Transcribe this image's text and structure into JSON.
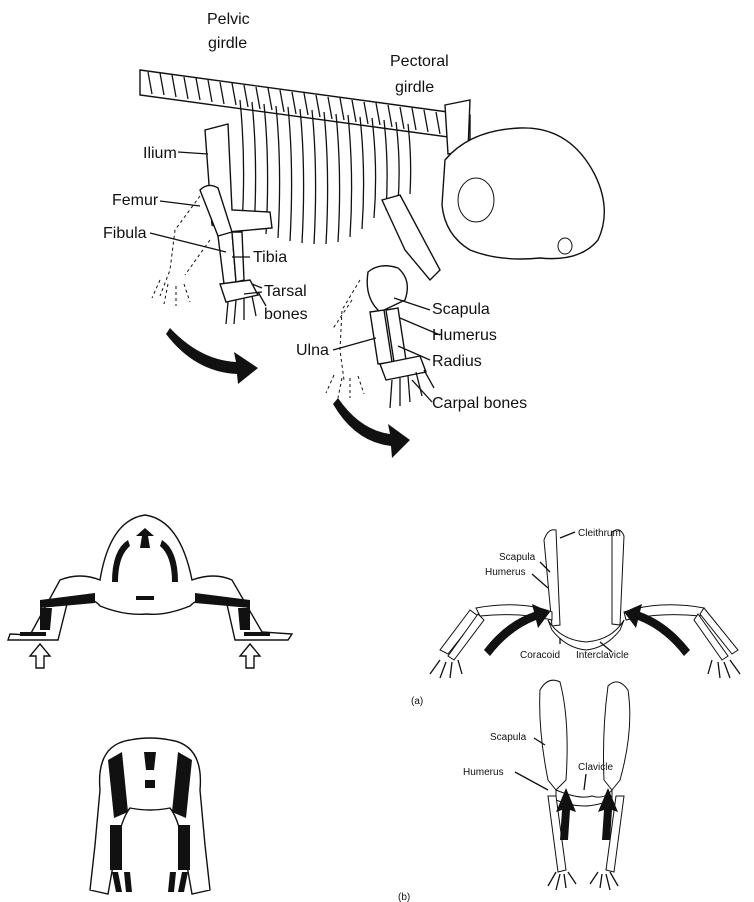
{
  "top_labels": {
    "pelvic_1": "Pelvic",
    "pelvic_2": "girdle",
    "pectoral_1": "Pectoral",
    "pectoral_2": "girdle",
    "ilium": "Ilium",
    "femur": "Femur",
    "fibula": "Fibula",
    "tibia": "Tibia",
    "tarsal_1": "Tarsal",
    "tarsal_2": "bones",
    "scapula": "Scapula",
    "humerus": "Humerus",
    "ulna": "Ulna",
    "radius": "Radius",
    "carpal": "Carpal bones"
  },
  "panel_a": {
    "cleithrum": "Cleithrum",
    "scapula": "Scapula",
    "humerus": "Humerus",
    "coracoid": "Coracoid",
    "interclavicle": "Interclavicle",
    "tag": "(a)"
  },
  "panel_b": {
    "scapula": "Scapula",
    "humerus": "Humerus",
    "clavicle": "Clavicle",
    "tag": "(b)"
  }
}
